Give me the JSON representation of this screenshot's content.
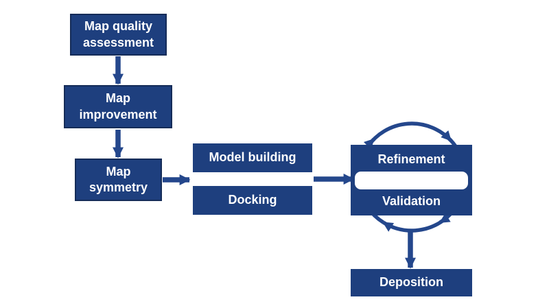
{
  "diagram_type": "flowchart",
  "colors": {
    "background": "#ffffff",
    "box_fill": "#1e3f7e",
    "box_border": "#152c58",
    "arrow": "#24478c",
    "text": "#ffffff"
  },
  "nodes": [
    {
      "id": "map-quality-assessment",
      "label": "Map quality assessment"
    },
    {
      "id": "map-improvement",
      "label": "Map improvement"
    },
    {
      "id": "map-symmetry",
      "label": "Map symmetry"
    },
    {
      "id": "model-building",
      "label": "Model building"
    },
    {
      "id": "docking",
      "label": "Docking"
    },
    {
      "id": "refinement",
      "label": "Refinement"
    },
    {
      "id": "validation",
      "label": "Validation"
    },
    {
      "id": "deposition",
      "label": "Deposition"
    }
  ],
  "edges": [
    {
      "from": "map-quality-assessment",
      "to": "map-improvement",
      "direction": "down"
    },
    {
      "from": "map-improvement",
      "to": "map-symmetry",
      "direction": "down"
    },
    {
      "from": "map-symmetry",
      "to": "model-building-docking",
      "direction": "right"
    },
    {
      "from": "model-building-docking",
      "to": "refinement-validation",
      "direction": "right"
    },
    {
      "from": "refinement-validation",
      "to": "deposition",
      "direction": "down"
    }
  ],
  "cycle": {
    "between": [
      "refinement",
      "validation"
    ],
    "direction": "clockwise",
    "arrowheads": 4
  }
}
